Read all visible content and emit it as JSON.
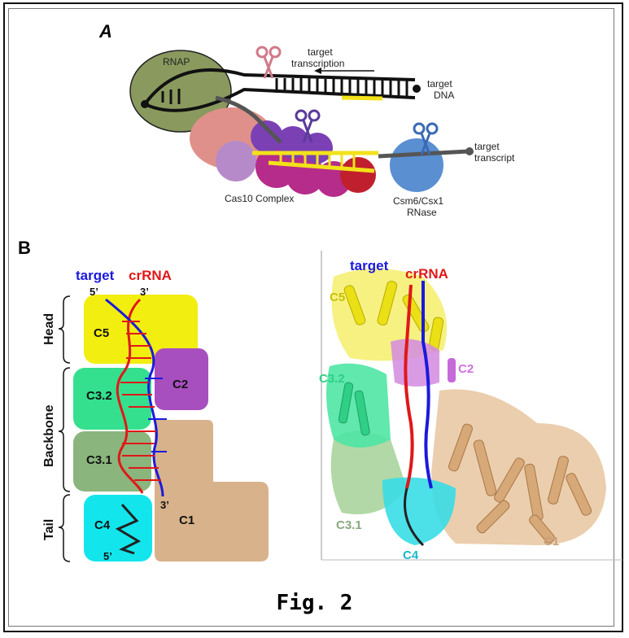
{
  "panel_a": {
    "letter": "A",
    "labels": {
      "rnap": "RNAP",
      "target_transcription_1": "target",
      "target_transcription_2": "transcription",
      "target_dna_1": "target",
      "target_dna_2": "DNA",
      "target_transcript_1": "target",
      "target_transcript_2": "transcript",
      "cas10_complex": "Cas10 Complex",
      "csm6_1": "Csm6/Csx1",
      "csm6_2": "RNase"
    }
  },
  "panel_b": {
    "letter": "B",
    "schematic": {
      "target_label": "target",
      "crrna_label": "crRNA",
      "five_prime_top": "5’",
      "three_prime_top": "3’",
      "three_prime_bottom": "3’",
      "five_prime_bottom": "5’",
      "region_head": "Head",
      "region_backbone": "Backbone",
      "region_tail": "Tail",
      "subunits": [
        "C5",
        "C2",
        "C3.2",
        "C3.1",
        "C4",
        "C1"
      ]
    },
    "structure": {
      "target_label": "target",
      "crrna_label": "crRNA",
      "c5": "C5",
      "c2": "C2",
      "c32": "C3.2",
      "c31": "C3.1",
      "c4": "C4",
      "c1": "C1"
    }
  },
  "colors": {
    "c5": "#f2ee10",
    "c2": "#a84fc0",
    "c32": "#34e08e",
    "c31": "#8ab57d",
    "c4": "#12e6ec",
    "c1": "#d7b28a",
    "target": "#1a1adc",
    "crrna": "#e01818",
    "rnap": "#8a9a5e"
  },
  "caption": "Fig. 2"
}
